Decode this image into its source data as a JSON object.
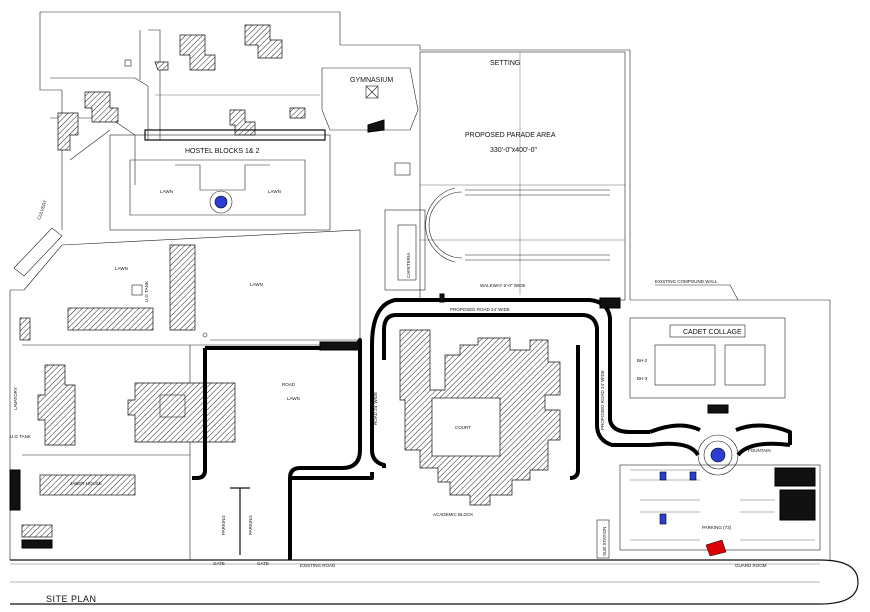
{
  "title": "SITE PLAN",
  "labels": {
    "gymnasium": "GYMNASIUM",
    "setting": "SETTING",
    "parade_area": "PROPOSED PARADE AREA",
    "parade_dims": "330'-0\"x400'-0\"",
    "hostel_blocks": "HOSTEL BLOCKS 1& 2",
    "cafeteria": "CAFETERIA",
    "walkway": "WALKWAY 5'-0\" WIDE",
    "proposed_road": "PROPOSED ROAD 24' WIDE",
    "proposed_road_vertical": "PROPOSED ROAD 24' WIDE",
    "existing_compound_wall": "EXISTING COMPOUND WALL",
    "cadet_college": "CADET COLLAGE",
    "lawn_1": "LAWN",
    "lawn_2": "LAWN",
    "lawn_3": "LAWN",
    "lawn_4": "LAWN",
    "lawn_5": "LAWN",
    "road": "ROAD",
    "road_24": "ROAD 24' WIDE",
    "court": "COURT",
    "academic_block": "ACADEMIC BLOCK",
    "parking": "PARKING",
    "parking_73": "PARKING (73)",
    "fountain": "FOUNTAIN",
    "guard_room": "GUARD ROOM",
    "sub_station": "SUB STATION",
    "existing_road": "EXISTING ROAD",
    "gate_1": "GATE",
    "gate_2": "GATE",
    "jaber_house": "JABER HOUSE",
    "lavatory": "LAVATORY",
    "ug_tank_1": "U.G TANK",
    "ug_tank_2": "U.G TANK",
    "bh_2": "BH-2",
    "bh_3": "BH-3",
    "culvert": "CULVERT"
  }
}
